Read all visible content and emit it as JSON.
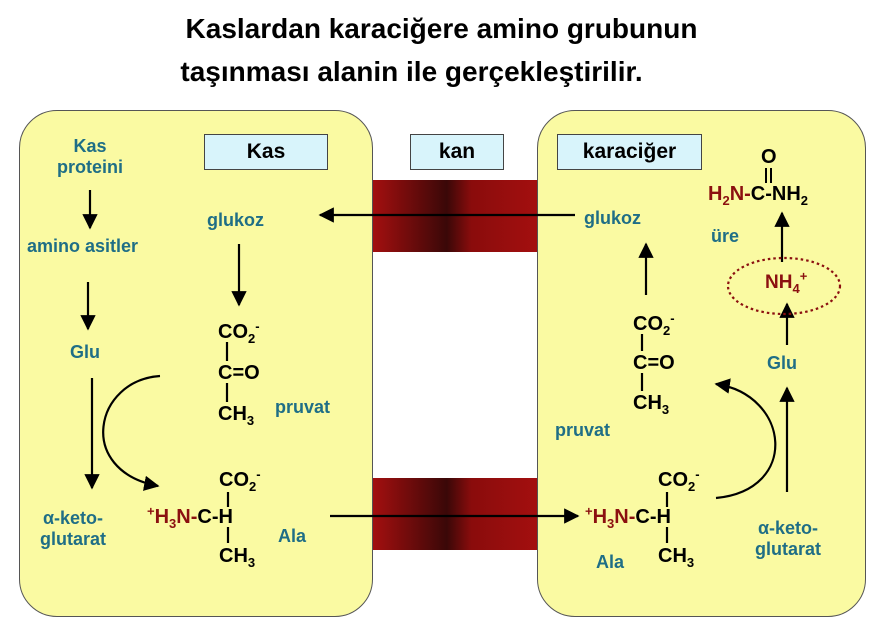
{
  "title": {
    "line1": "Kaslardan karaciğere amino grubunun",
    "line2": "taşınması alanin ile gerçekleştirilir."
  },
  "headers": {
    "muscle": "Kas",
    "blood": "kan",
    "liver": "karaciğer"
  },
  "muscle": {
    "protein": "Kas\nproteini",
    "amino_acids": "amino asitler",
    "glu": "Glu",
    "aketo": "α-keto-\nglutarat",
    "glucose": "glukoz",
    "pyruvate": "pruvat",
    "ala": "Ala"
  },
  "liver": {
    "glucose": "glukoz",
    "pyruvate": "pruvat",
    "ala": "Ala",
    "aketo": "α-keto-\nglutarat",
    "glu": "Glu",
    "urea": "üre"
  },
  "chem": {
    "co2": "CO",
    "co2_sub": "2",
    "co2_sup": "-",
    "ketone": "C=O",
    "ch3": "CH",
    "ch3_sub": "3",
    "amine_charge": "+",
    "h3n": "H",
    "h3n_sub": "3",
    "h3n_n": "N-",
    "ch": "C-H",
    "o": "O",
    "urea_h2n": "H",
    "urea_h2n_sub": "2",
    "urea_n": "N-",
    "urea_c": "C-",
    "urea_nh2": "NH",
    "urea_nh2_sub": "2",
    "nh4": "NH",
    "nh4_sub": "4",
    "nh4_sup": "+"
  },
  "colors": {
    "panel": "#fafaa2",
    "header": "#d8f4fb",
    "label": "#1f6e86",
    "vessel": "#a30f0f",
    "amine": "#8b1010"
  }
}
